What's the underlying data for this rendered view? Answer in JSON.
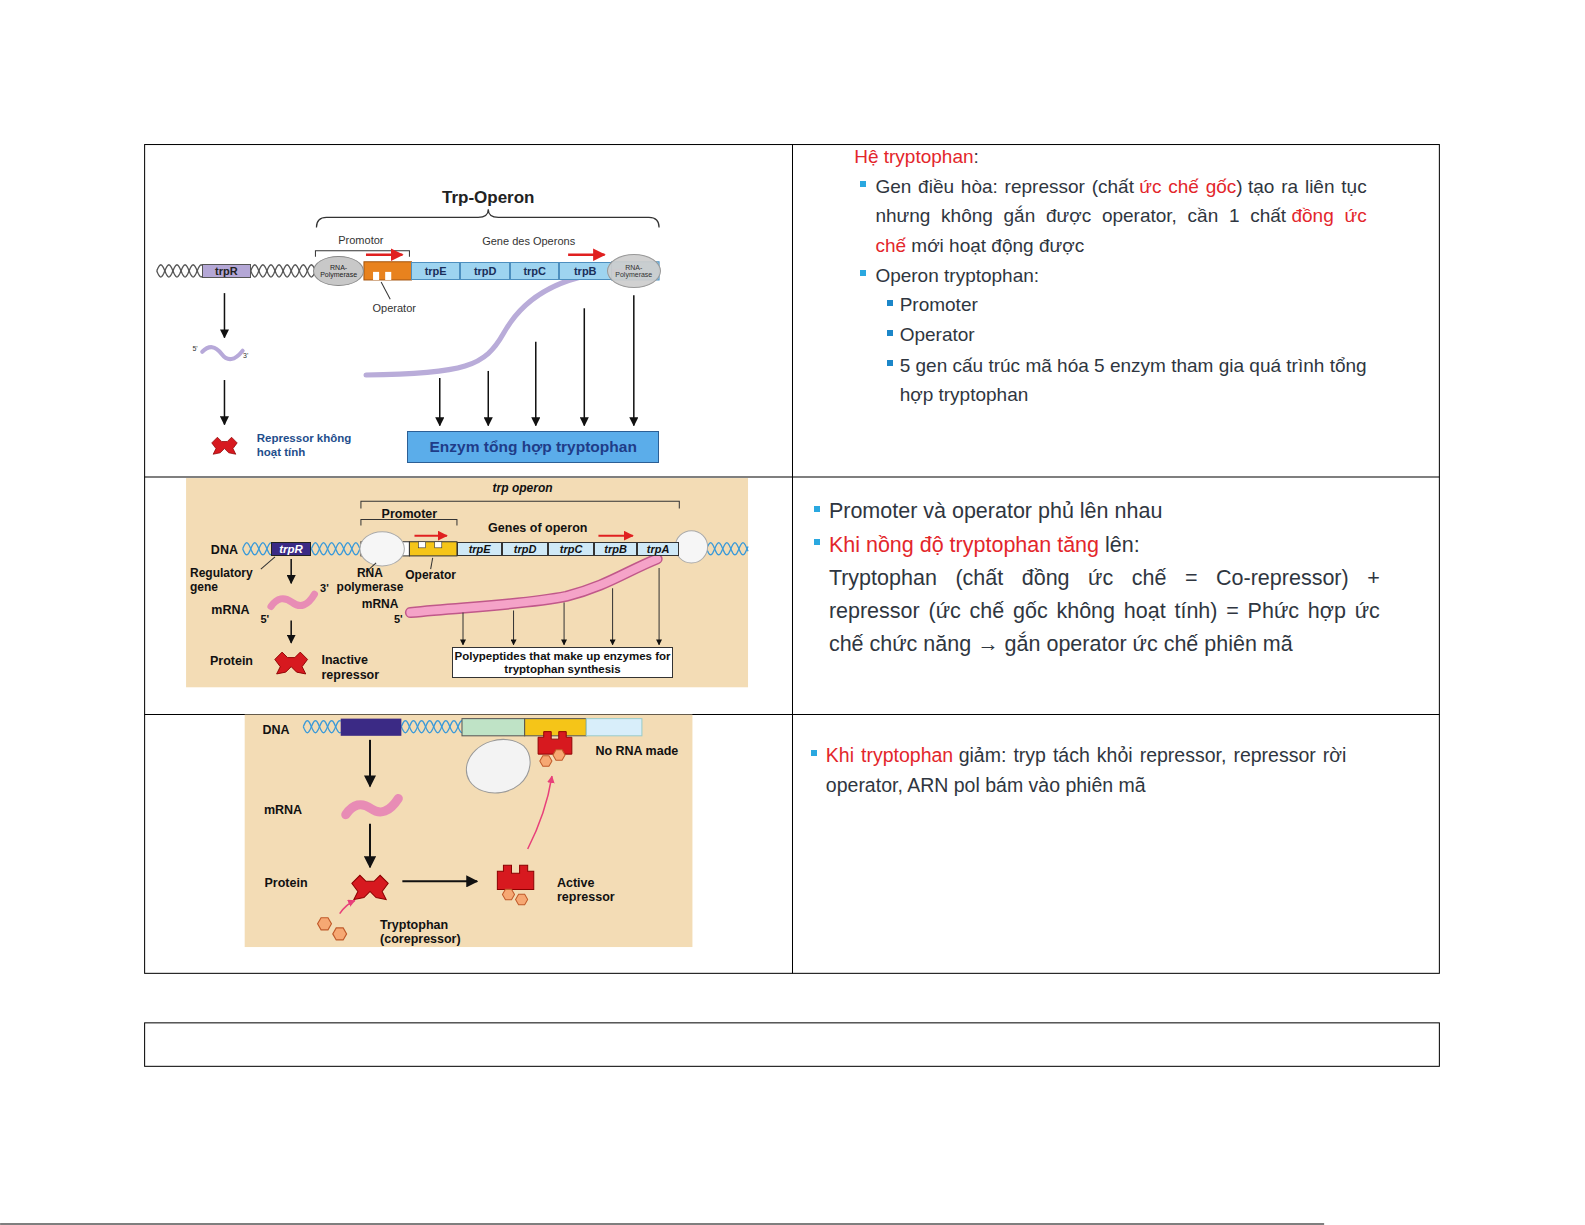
{
  "diagram": {
    "nodes": [
      {
        "text": [
          "trpR"
        ]
      },
      {
        "text": [
          "RNA-Polymerase"
        ]
      },
      {
        "text": [
          "trpE"
        ]
      },
      {
        "text": [
          "trpD"
        ]
      },
      {
        "text": [
          "trpC"
        ]
      },
      {
        "text": [
          "trpB"
        ]
      },
      {
        "text": [
          "RNA-Polymerase"
        ]
      },
      {
        "text": [
          "Enzym tổng hợp tryptophan"
        ]
      },
      {
        "text": [
          "trpR"
        ]
      },
      {
        "text": [
          "trpE"
        ]
      },
      {
        "text": [
          "trpD"
        ]
      },
      {
        "text": [
          "trpC"
        ]
      },
      {
        "text": [
          "trpB"
        ]
      },
      {
        "text": [
          "trpA"
        ]
      },
      {
        "text": [
          "Polypeptides that make up enzymes for tryptophan synthesis"
        ]
      }
    ],
    "labels": [
      "Trp-Operon",
      "Promotor",
      "Gene des Operons",
      "Operator",
      "5'",
      "3'",
      "Repressor không hoạt tính",
      "Hệ tryptophan",
      ":",
      "Gen điều hòa: repressor (chất",
      "ức chế gốc",
      ")",
      "tạo ra liên tục nhưng không gắn được operator, cần 1 chất",
      "đồng ức chế",
      "mới hoạt động được",
      "Operon tryptophan:",
      "Promoter",
      "Operator",
      "5 gen cấu trúc mã hóa 5 enzym tham gia quá trình tổng hợp tryptophan",
      "trp operon",
      "Promoter",
      "Genes of operon",
      "DNA",
      "Regulatory gene",
      "3'",
      "RNA polymerase",
      "Operator",
      "mRNA",
      "5'",
      "mRNA",
      "5'",
      "Protein",
      "Inactive repressor",
      "Promoter và operator phủ lên nhau",
      "Khi nồng độ tryptophan tăng",
      "lên:",
      "Tryptophan (chất đồng ức chế = Co-repressor) + repressor (ức chế gốc không hoạt tính) = Phức hợp ức chế chức năng → gắn operator ức chế phiên mã",
      "DNA",
      "No RNA made",
      "mRNA",
      "Protein",
      "Active repressor",
      "Tryptophan (corepressor)",
      "Khi tryptophan",
      "giảm: tryp tách khỏi repressor, repressor rời operator, ARN pol bám vào phiên mã"
    ]
  }
}
